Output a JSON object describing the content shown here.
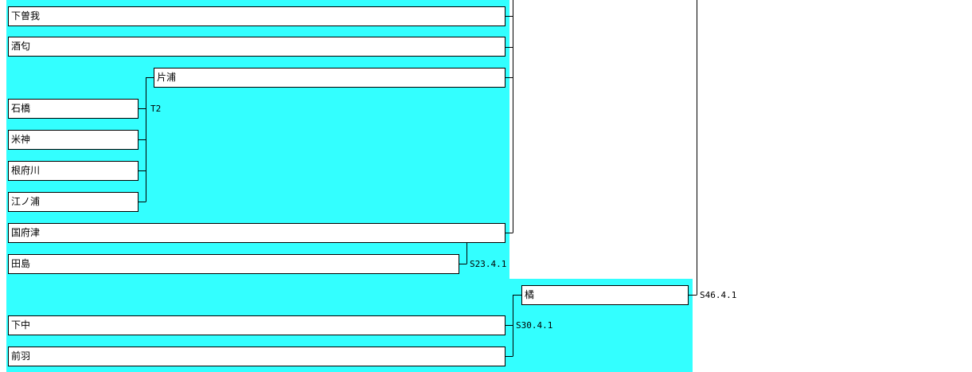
{
  "stations": {
    "shimosoga": "下曽我",
    "sakawa": "酒匂",
    "kataura": "片浦",
    "ishibashi": "石橋",
    "yonegami": "米神",
    "nebukawa": "根府川",
    "enoura": "江ノ浦",
    "kozu": "国府津",
    "tajima": "田島",
    "tachibana": "橘",
    "shimonaka": "下中",
    "maeba": "前羽"
  },
  "merge_dates": {
    "kataura_merge": "T2",
    "kozu_tajima_merge": "S23.4.1",
    "tachibana_merge": "S30.4.1",
    "final_merge": "S46.4.1"
  },
  "colors": {
    "group_background": "#33ffff",
    "line": "#000000"
  }
}
